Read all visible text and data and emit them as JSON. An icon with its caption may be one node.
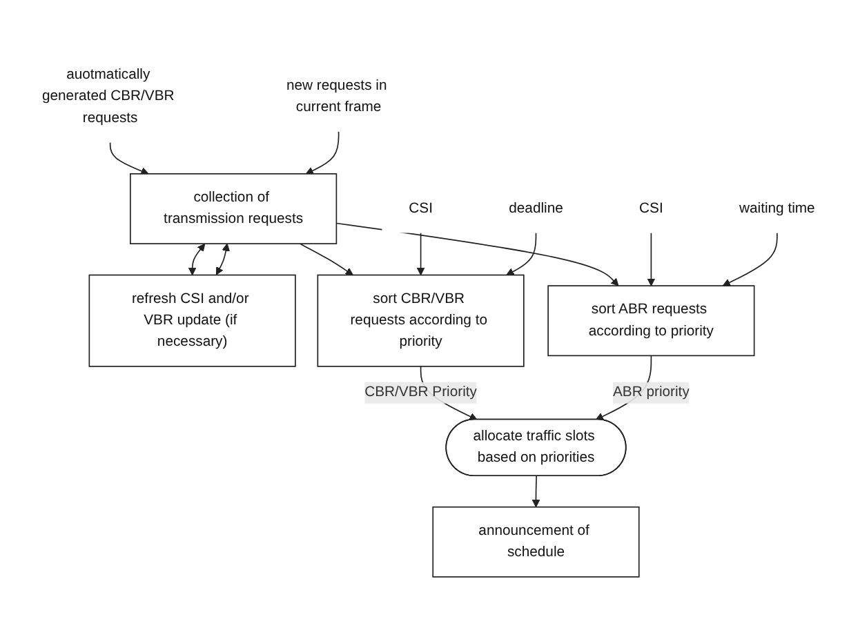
{
  "diagram": {
    "nodes": [
      {
        "text": [
          "auotmatically generated CBR/VBR requests"
        ]
      },
      {
        "text": [
          "new requests in current frame"
        ]
      },
      {
        "text": [
          "collection of transmission requests"
        ]
      },
      {
        "text": [
          "refresh CSI and/or VBR update (if necessary)"
        ]
      },
      {
        "text": [
          "CSI"
        ]
      },
      {
        "text": [
          "deadline"
        ]
      },
      {
        "text": [
          "sort CBR/VBR requests according to priority"
        ]
      },
      {
        "text": [
          "sort ABR requests according to priority"
        ]
      },
      {
        "text": [
          "CSI"
        ]
      },
      {
        "text": [
          "waiting time"
        ]
      },
      {
        "text": [
          "allocate traffic slots based on priorities"
        ]
      },
      {
        "text": [
          "announcement of schedule"
        ]
      }
    ],
    "edges": [
      {
        "from": 0,
        "to": 2,
        "arrow": "to"
      },
      {
        "from": 1,
        "to": 2,
        "arrow": "to"
      },
      {
        "from": 2,
        "to": 3,
        "arrow": "both"
      },
      {
        "from": 3,
        "to": 2,
        "arrow": "both"
      },
      {
        "from": 2,
        "to": 6,
        "arrow": "to"
      },
      {
        "from": 2,
        "to": 7,
        "arrow": "to"
      },
      {
        "from": 4,
        "to": 6,
        "arrow": "to"
      },
      {
        "from": 5,
        "to": 6,
        "arrow": "to"
      },
      {
        "from": 8,
        "to": 7,
        "arrow": "to"
      },
      {
        "from": 9,
        "to": 7,
        "arrow": "to"
      },
      {
        "from": 6,
        "to": 10,
        "arrow": "to",
        "label": "CBR/VBR Priority"
      },
      {
        "from": 7,
        "to": 10,
        "arrow": "to",
        "label": "ABR priority"
      },
      {
        "from": 10,
        "to": 11,
        "arrow": "to"
      }
    ]
  }
}
